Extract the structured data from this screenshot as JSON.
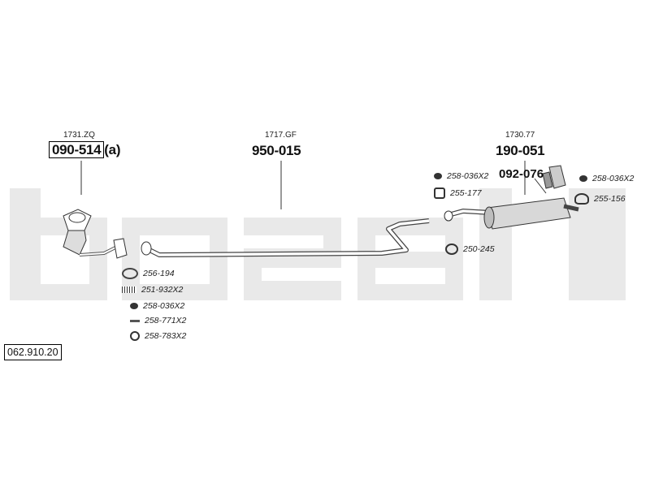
{
  "part_number": "062.910.20",
  "background_brand": "bosal",
  "colors": {
    "watermark": "#e8e8e8",
    "line": "#333333",
    "text": "#111111"
  },
  "catalyst": {
    "oe_ref": "1731.ZQ",
    "code": "090-514",
    "suffix": "(a)"
  },
  "middle_pipe": {
    "oe_ref": "1717.GF",
    "code": "950-015"
  },
  "rear_muffler": {
    "oe_ref": "1730.77",
    "code": "190-051"
  },
  "rear_accessory": {
    "code": "092-076"
  },
  "accessories_front": [
    {
      "label": "256-194",
      "icon": "gasket-ring-icon"
    },
    {
      "label": "251-932X2",
      "icon": "spring-icon"
    },
    {
      "label": "258-036X2",
      "icon": "rubber-mount-icon"
    },
    {
      "label": "258-771X2",
      "icon": "bolt-icon"
    },
    {
      "label": "258-783X2",
      "icon": "nut-icon"
    }
  ],
  "accessories_rear": [
    {
      "label": "258-036X2",
      "icon": "rubber-mount-icon"
    },
    {
      "label": "255-177",
      "icon": "clamp-icon"
    },
    {
      "label": "250-245",
      "icon": "u-clamp-icon"
    },
    {
      "label": "258-036X2",
      "icon": "rubber-mount-icon"
    },
    {
      "label": "255-156",
      "icon": "hanger-icon"
    }
  ]
}
